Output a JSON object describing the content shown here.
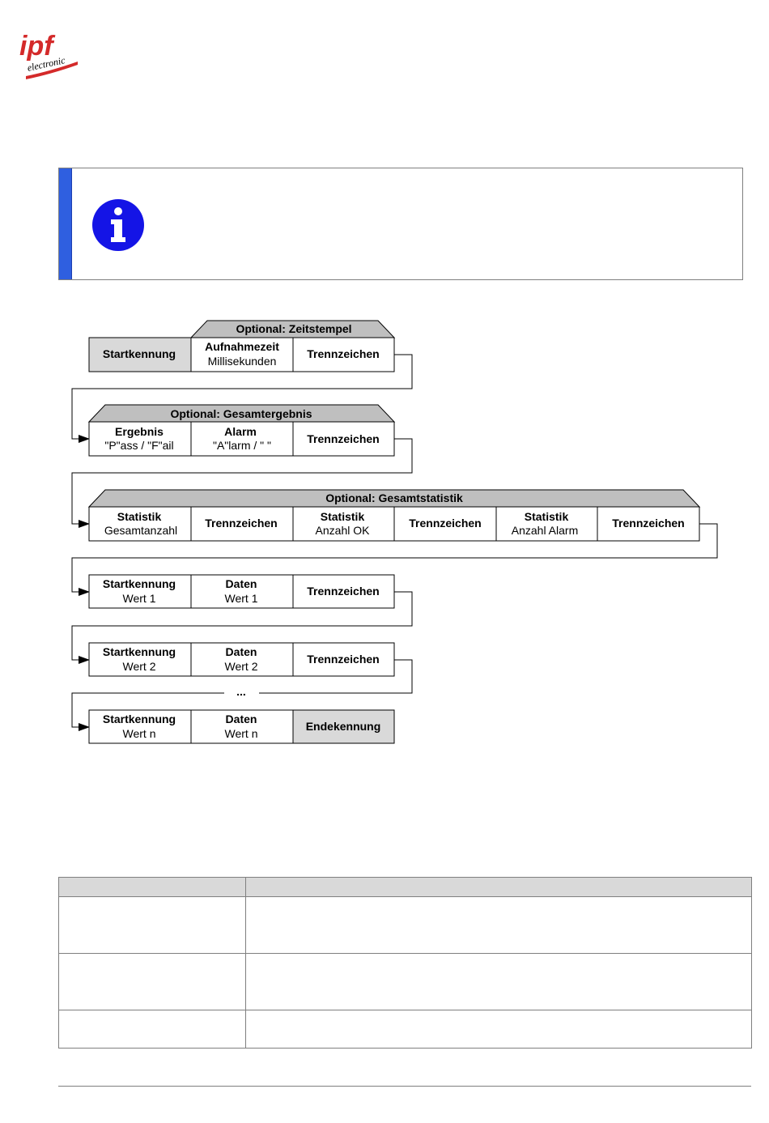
{
  "logo": {
    "primary": "ipf",
    "secondary": "electronic",
    "color": "#d42a2a"
  },
  "info_box": {
    "icon": "info-icon",
    "accent_color": "#2f5fe0"
  },
  "diagram": {
    "row1": {
      "group_label": "Optional: Zeitstempel",
      "cells": [
        {
          "line1": "Startkennung",
          "line2": ""
        },
        {
          "line1": "Aufnahmezeit",
          "line2": "Millisekunden"
        },
        {
          "line1": "Trennzeichen",
          "line2": ""
        }
      ]
    },
    "row2": {
      "group_label": "Optional: Gesamtergebnis",
      "cells": [
        {
          "line1": "Ergebnis",
          "line2": "\"P\"ass / \"F\"ail"
        },
        {
          "line1": "Alarm",
          "line2": "\"A\"larm / \" \""
        },
        {
          "line1": "Trennzeichen",
          "line2": ""
        }
      ]
    },
    "row3": {
      "group_label": "Optional: Gesamtstatistik",
      "cells": [
        {
          "line1": "Statistik",
          "line2": "Gesamtanzahl"
        },
        {
          "line1": "Trennzeichen",
          "line2": ""
        },
        {
          "line1": "Statistik",
          "line2": "Anzahl OK"
        },
        {
          "line1": "Trennzeichen",
          "line2": ""
        },
        {
          "line1": "Statistik",
          "line2": "Anzahl Alarm"
        },
        {
          "line1": "Trennzeichen",
          "line2": ""
        }
      ]
    },
    "row4": {
      "cells": [
        {
          "line1": "Startkennung",
          "line2": "Wert 1"
        },
        {
          "line1": "Daten",
          "line2": "Wert 1"
        },
        {
          "line1": "Trennzeichen",
          "line2": ""
        }
      ]
    },
    "row5": {
      "cells": [
        {
          "line1": "Startkennung",
          "line2": "Wert 2"
        },
        {
          "line1": "Daten",
          "line2": "Wert 2"
        },
        {
          "line1": "Trennzeichen",
          "line2": ""
        }
      ]
    },
    "ellipsis": "...",
    "row6": {
      "cells": [
        {
          "line1": "Startkennung",
          "line2": "Wert n"
        },
        {
          "line1": "Daten",
          "line2": "Wert n"
        },
        {
          "line1": "Endekennung",
          "line2": ""
        }
      ]
    },
    "colors": {
      "shaded_cell": "#d9d9d9",
      "group_header": "#bfbfbf",
      "line": "#000000"
    }
  }
}
